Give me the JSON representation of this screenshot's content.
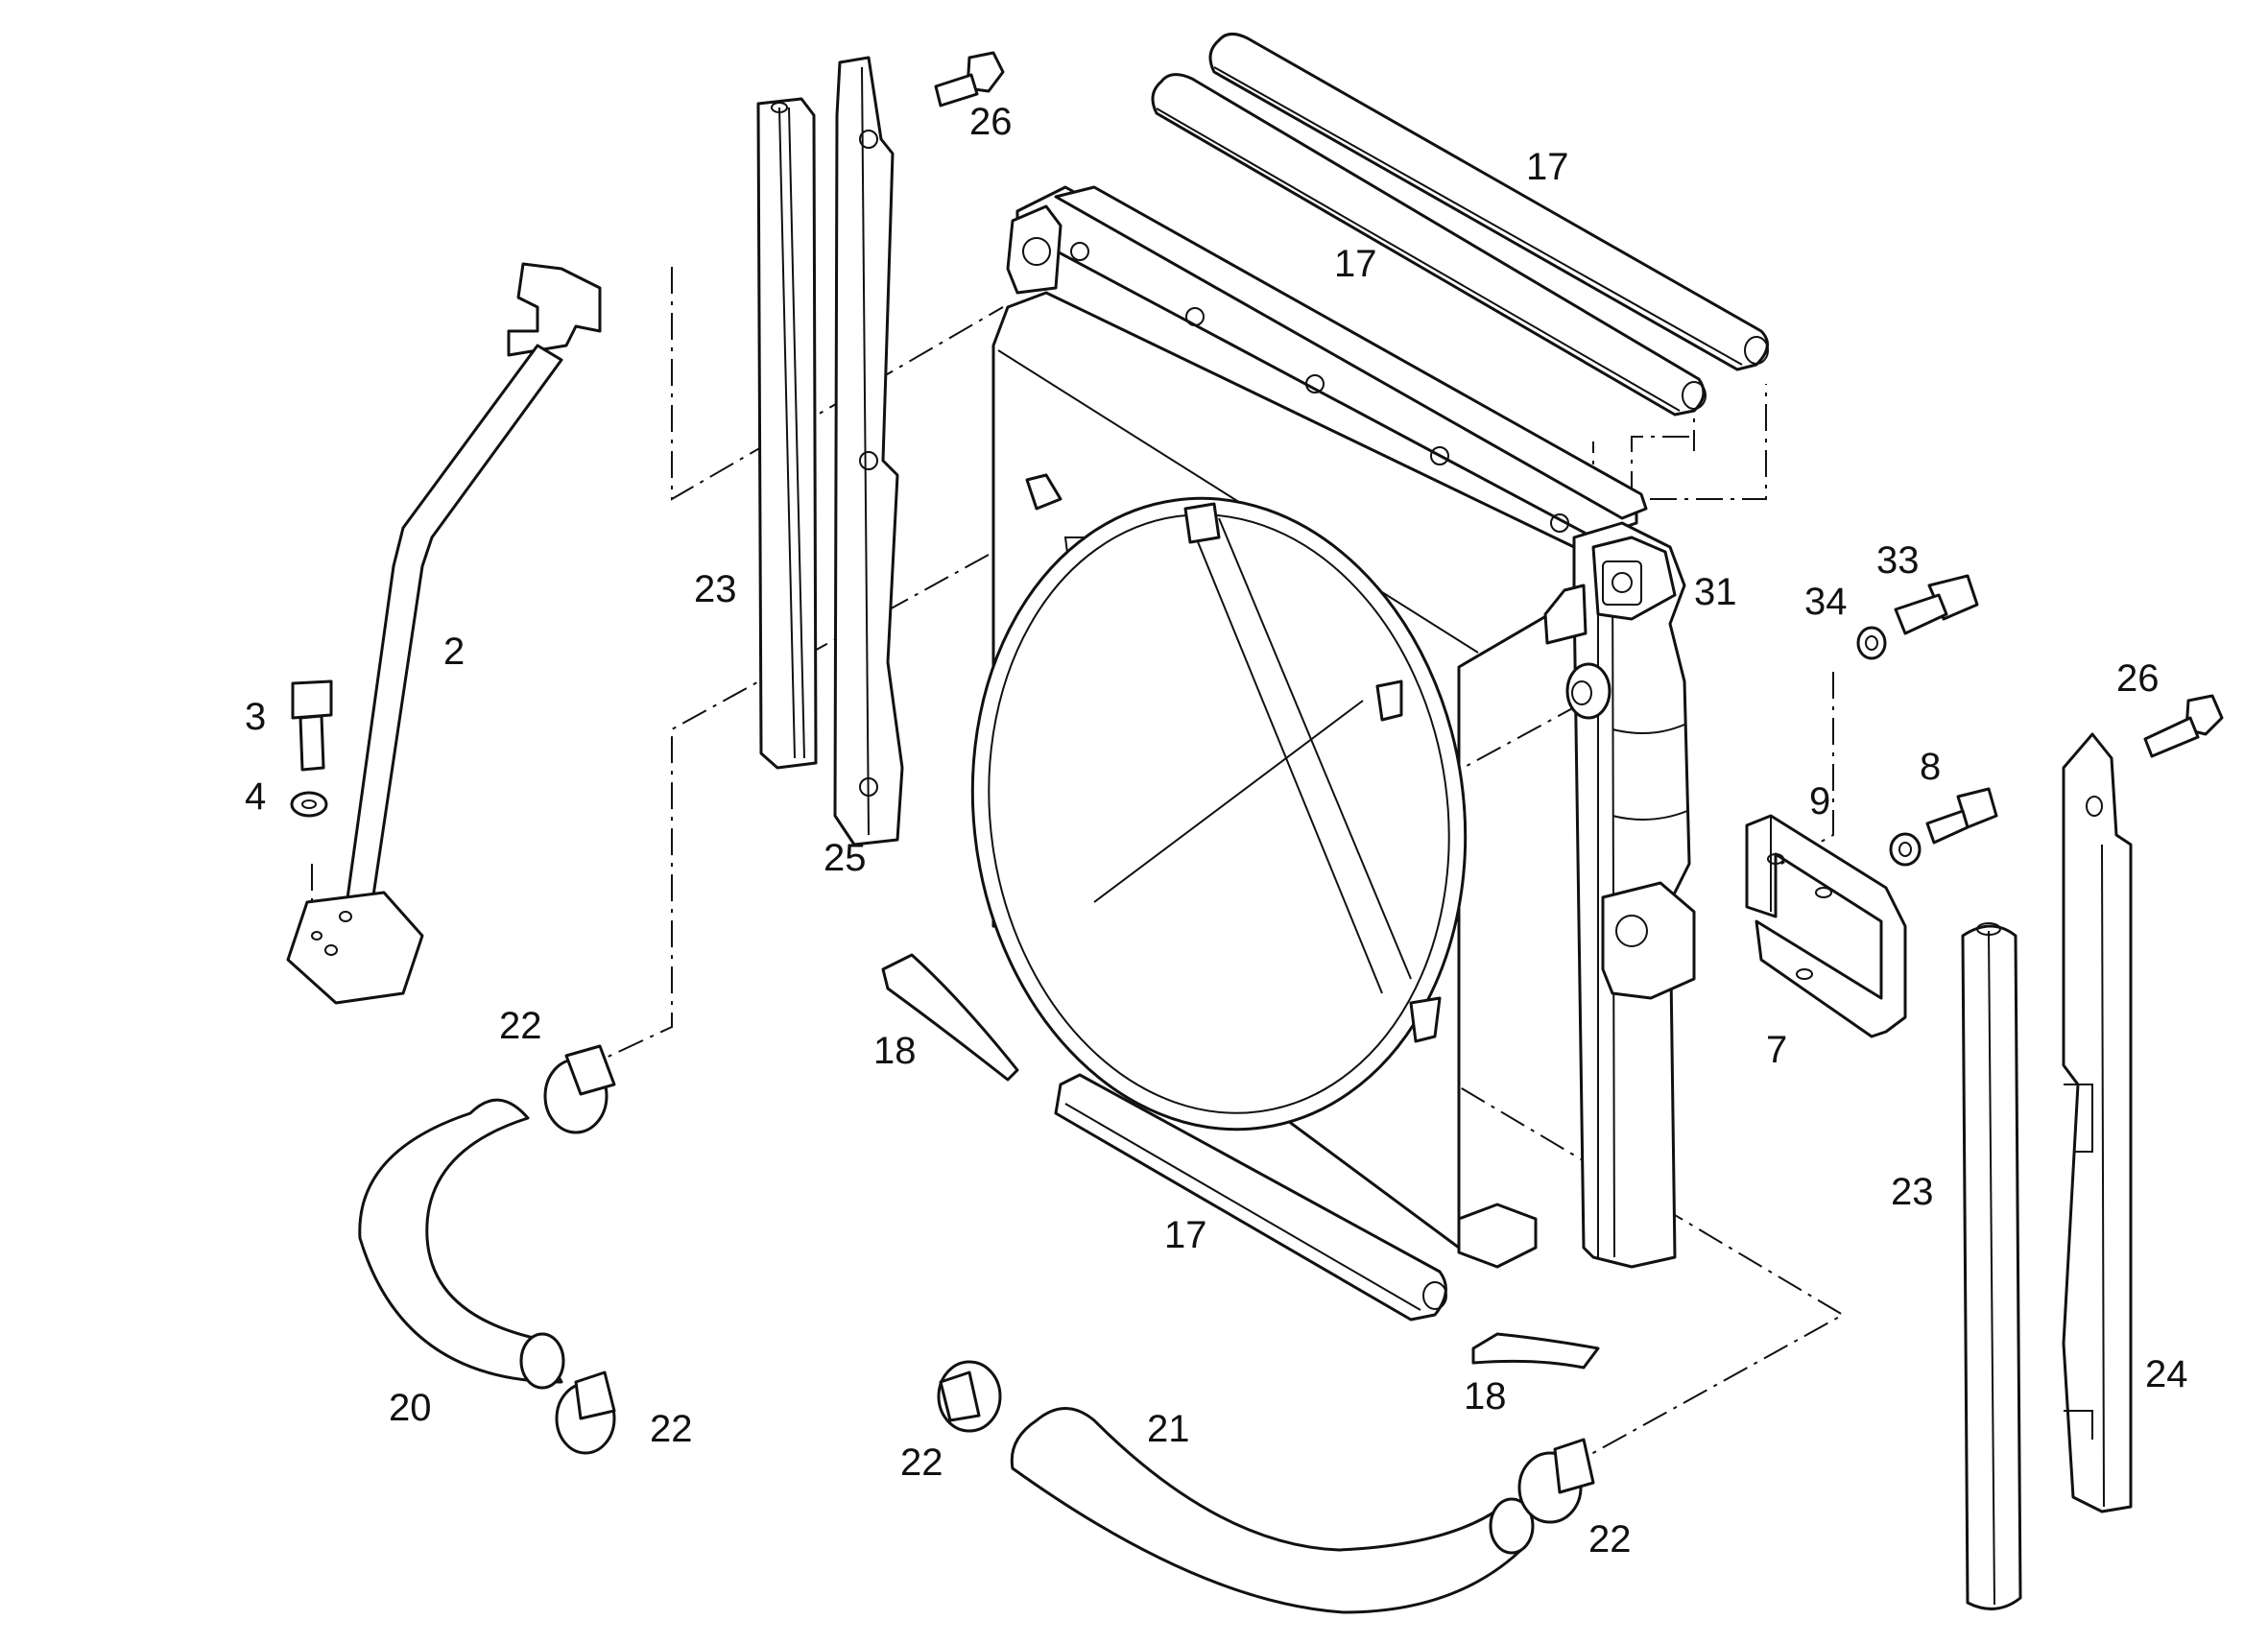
{
  "callouts": {
    "c2": "2",
    "c3": "3",
    "c4": "4",
    "c7": "7",
    "c8": "8",
    "c9": "9",
    "c17a": "17",
    "c17b": "17",
    "c17c": "17",
    "c18a": "18",
    "c18b": "18",
    "c20": "20",
    "c21": "21",
    "c22a": "22",
    "c22b": "22",
    "c22c": "22",
    "c22d": "22",
    "c23a": "23",
    "c23b": "23",
    "c24": "24",
    "c25": "25",
    "c26a": "26",
    "c26b": "26",
    "c31": "31",
    "c33": "33",
    "c34": "34"
  }
}
